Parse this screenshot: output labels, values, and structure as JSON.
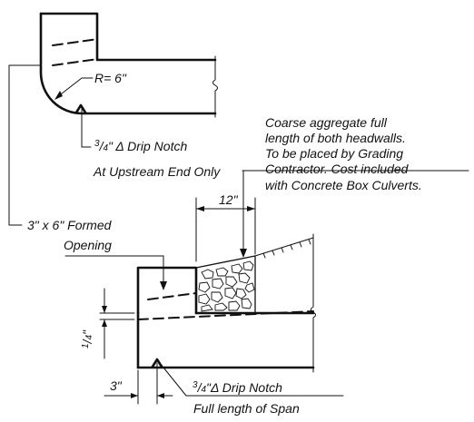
{
  "top_detail": {
    "radius_label": "R= 6\"",
    "drip_notch_num": "3",
    "drip_notch_den": "4",
    "drip_notch_label": "\" Δ Drip Notch",
    "upstream_note": "At Upstream End Only"
  },
  "aggregate_note": [
    "Coarse aggregate full",
    "length of both headwalls.",
    "To be placed by Grading",
    "Contractor.  Cost included",
    "with Concrete Box Culverts."
  ],
  "dimensions": {
    "width_12": "12\"",
    "width_3": "3\"",
    "depth_num": "1",
    "depth_den": "4",
    "depth_unit": "\""
  },
  "opening_label": [
    "3\" x 6\" Formed",
    "Opening"
  ],
  "bottom_detail": {
    "drip_notch_num": "3",
    "drip_notch_den": "4",
    "drip_notch_label": "\"Δ Drip Notch",
    "span_note": "Full length of Span"
  }
}
